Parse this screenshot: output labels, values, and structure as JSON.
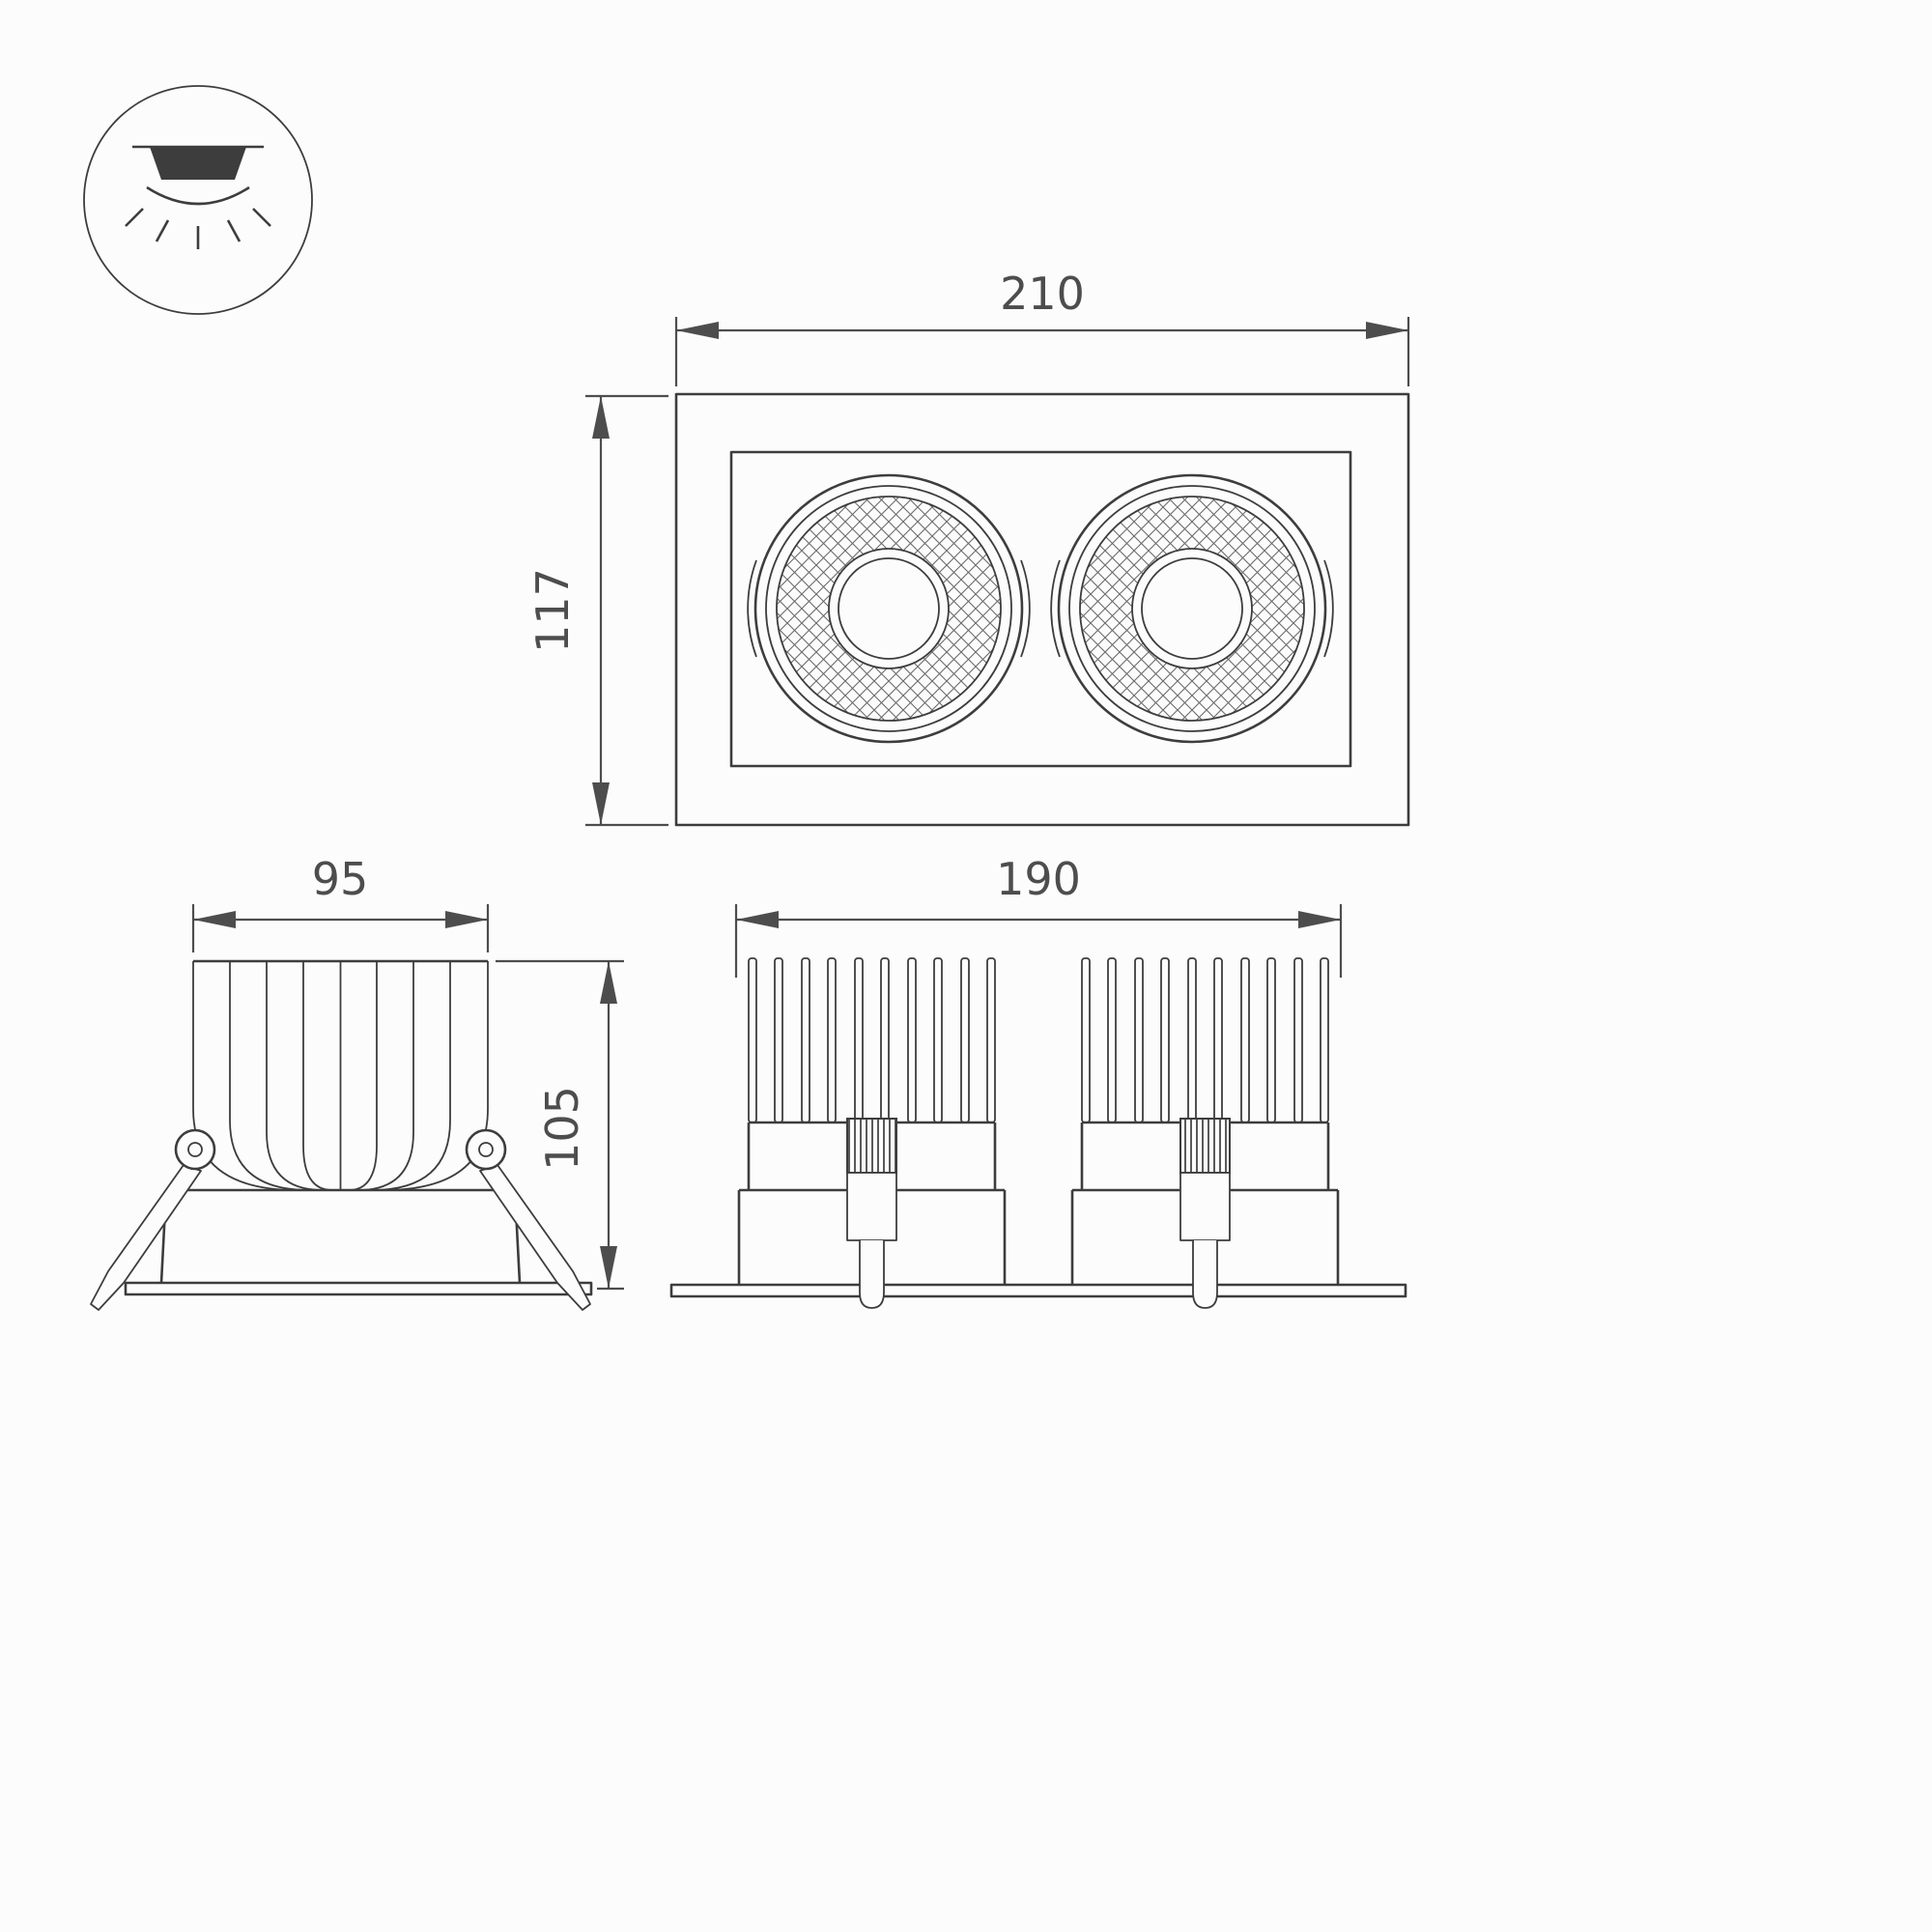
{
  "meta": {
    "background_color": "#fcfcfc",
    "line_color": "#3d3d3d",
    "dimension_color": "#4d4d4d",
    "drawing_type": "technical dimension drawing of dual recessed downlight"
  },
  "icon": {
    "name": "recessed-downlight-icon"
  },
  "dimensions": {
    "front_width": "210",
    "front_height": "117",
    "side_width": "95",
    "side_height": "105",
    "bottom_width": "190"
  }
}
